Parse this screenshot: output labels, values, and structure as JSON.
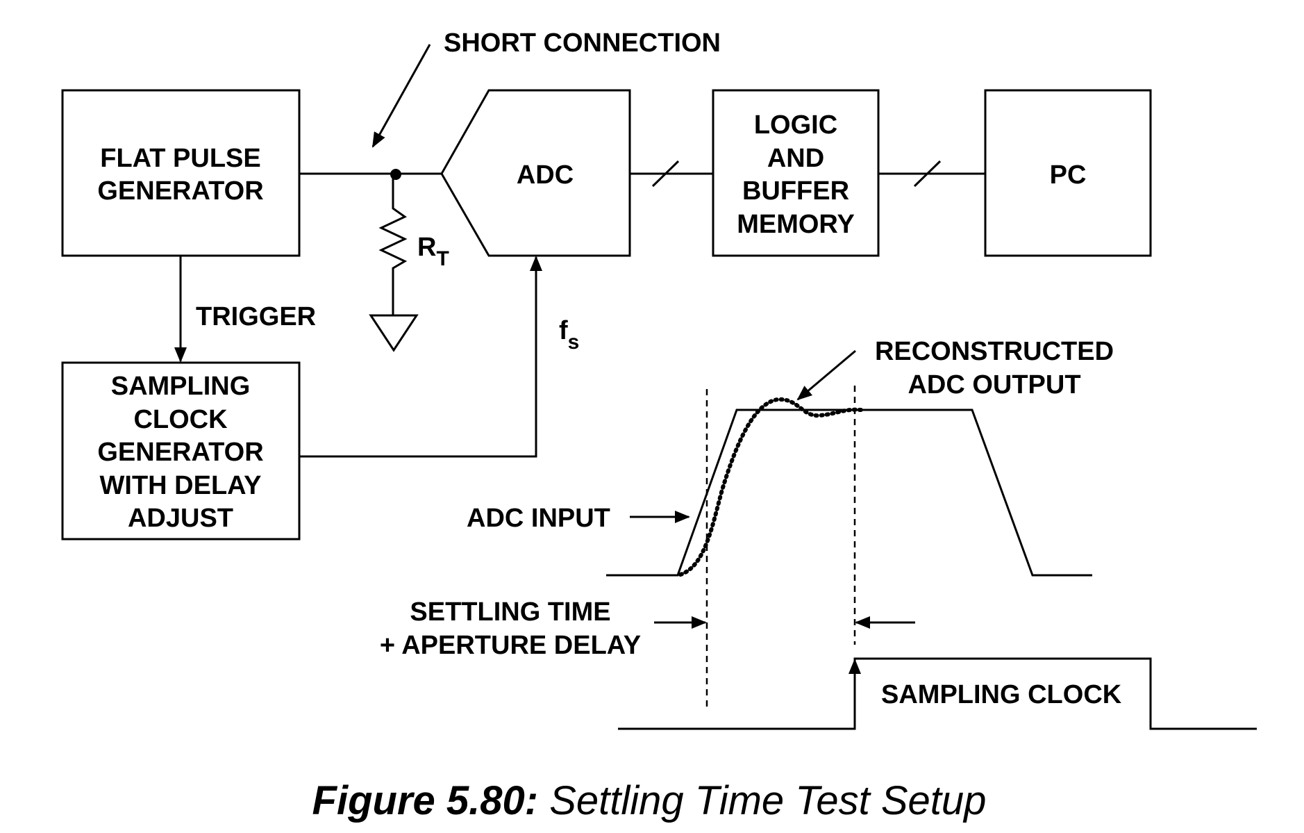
{
  "blocks": {
    "pulse_gen": [
      "FLAT PULSE",
      "GENERATOR"
    ],
    "adc": "ADC",
    "logic": [
      "LOGIC",
      "AND",
      "BUFFER",
      "MEMORY"
    ],
    "pc": "PC",
    "clock_gen": [
      "SAMPLING",
      "CLOCK",
      "GENERATOR",
      "WITH DELAY",
      "ADJUST"
    ]
  },
  "labels": {
    "short_connection": "SHORT CONNECTION",
    "trigger": "TRIGGER",
    "rt_main": "R",
    "rt_sub": "T",
    "fs_main": "f",
    "fs_sub": "s",
    "reconstructed": [
      "RECONSTRUCTED",
      "ADC OUTPUT"
    ],
    "adc_input": "ADC INPUT",
    "settling": [
      "SETTLING TIME",
      "+ APERTURE DELAY"
    ],
    "sampling_clock": "SAMPLING CLOCK"
  },
  "caption": {
    "number": "Figure 5.80:",
    "text": " Settling Time Test Setup"
  }
}
